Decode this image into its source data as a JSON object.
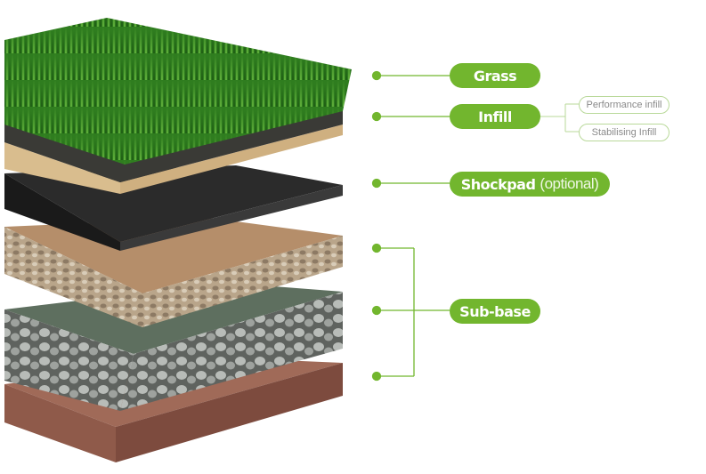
{
  "colors": {
    "accent": "#72b62e",
    "grass": "#2f7d1f",
    "shockpad": "#2b2b2b",
    "sand": "#c8a57c",
    "membrane": "#5e6f5f",
    "soil": "#8f5a4a"
  },
  "labels": {
    "grass": "Grass",
    "infill": "Infill",
    "shockpad": "Shockpad",
    "shockpad_note": "(optional)",
    "subbase": "Sub-base"
  },
  "infill_types": [
    "Performance infill",
    "Stabilising Infill"
  ]
}
